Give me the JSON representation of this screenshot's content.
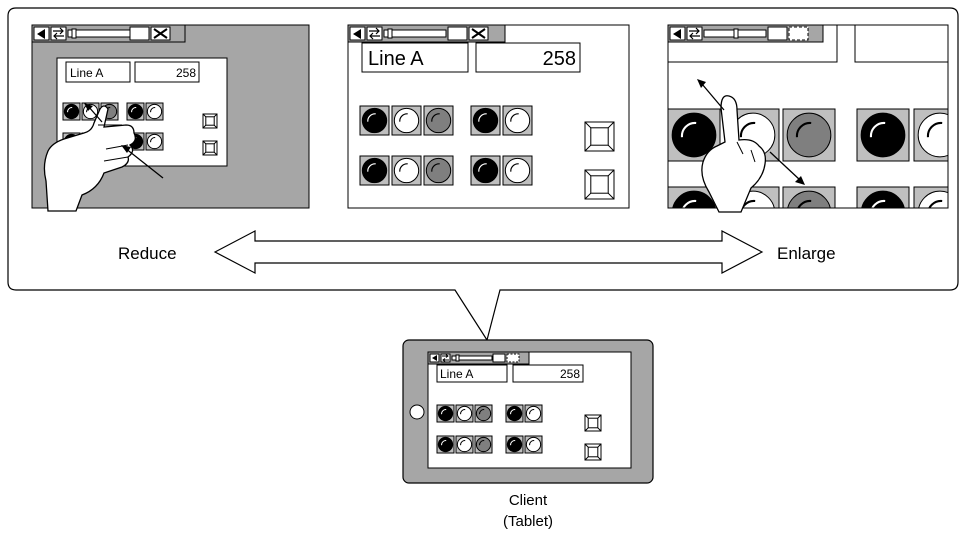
{
  "labels": {
    "reduce": "Reduce",
    "enlarge": "Enlarge",
    "client_line1": "Client",
    "client_line2": "(Tablet)"
  },
  "screen": {
    "line_label": "Line A",
    "value": "258"
  },
  "colors": {
    "stroke": "#000000",
    "frame_gray": "#a6a6a6",
    "button_gray": "#bfbfbf",
    "lamp_black": "#000000",
    "lamp_white": "#ffffff",
    "lamp_gray": "#7f7f7f",
    "pane_white": "#ffffff"
  },
  "icons": [
    "left-arrow-icon",
    "swap-arrows-icon",
    "slider-icon",
    "window-icon",
    "close-x-icon",
    "hand-pointer-icon",
    "double-arrow-icon",
    "shield-speech-tail-icon"
  ]
}
